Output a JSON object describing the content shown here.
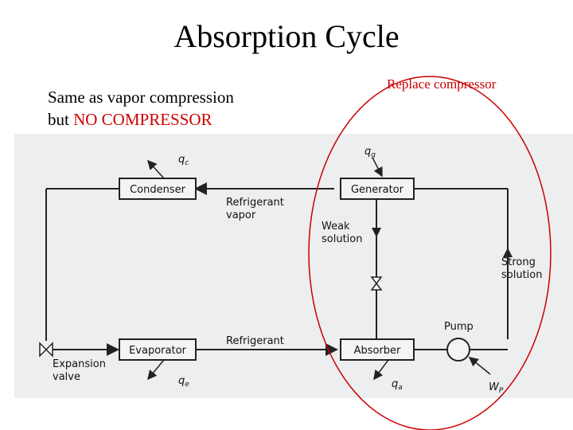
{
  "title": "Absorption Cycle",
  "subtitle": {
    "line1": "Same as vapor compression",
    "line2_prefix": "but ",
    "line2_highlight": "NO COMPRESSOR"
  },
  "annotation": "Replace compressor",
  "colors": {
    "highlight": "#cc0000",
    "figure_bg": "#eceef0",
    "box_fill": "#f4f4f4"
  },
  "diagram": {
    "components": {
      "condenser": "Condenser",
      "generator": "Generator",
      "evaporator": "Evaporator",
      "absorber": "Absorber",
      "pump": "Pump"
    },
    "labels": {
      "refrigerant_vapor_1": "Refrigerant",
      "refrigerant_vapor_2": "vapor",
      "weak_solution_1": "Weak",
      "weak_solution_2": "solution",
      "strong_solution_1": "Strong",
      "strong_solution_2": "solution",
      "refrigerant": "Refrigerant",
      "expansion_valve_1": "Expansion",
      "expansion_valve_2": "valve"
    },
    "heat_labels": {
      "qc": "q",
      "qc_sub": "c",
      "qg": "q",
      "qg_sub": "g",
      "qe": "q",
      "qe_sub": "e",
      "qa": "q",
      "qa_sub": "a",
      "wp": "W",
      "wp_sub": "P"
    }
  }
}
